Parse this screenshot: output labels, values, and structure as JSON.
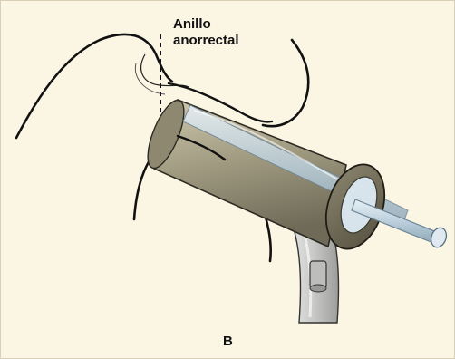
{
  "diagram": {
    "label_anorectal_ring_line1": "Anillo",
    "label_anorectal_ring_line2": "anorrectal",
    "panel_letter": "B",
    "colors": {
      "background": "#fbf5e4",
      "outline": "#111111",
      "anoscope_body": "#a49e84",
      "anoscope_shadow": "#6f6a57",
      "handle": "#c9c9c7",
      "obturator": "#bcd0dc"
    }
  }
}
